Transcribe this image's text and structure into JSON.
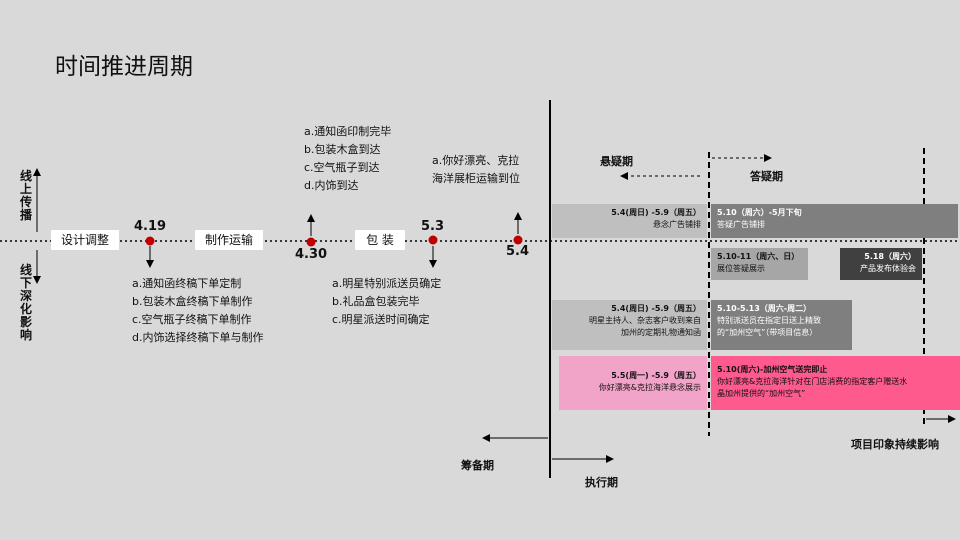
{
  "title": "时间推进周期",
  "side": {
    "online": "线上传播",
    "offline": "线下深化影响"
  },
  "stages": [
    "设计调整",
    "制作运输",
    "包 装"
  ],
  "dates": {
    "d419": "4.19",
    "d430": "4.30",
    "d53": "5.3",
    "d54": "5.4"
  },
  "notes": {
    "below_419": [
      "a.通知函终稿下单定制",
      "b.包装木盒终稿下单制作",
      "c.空气瓶子终稿下单制作",
      "d.内饰选择终稿下单与制作"
    ],
    "above_430": [
      "a.通知函印制完毕",
      "b.包装木盒到达",
      "c.空气瓶子到达",
      "d.内饰到达"
    ],
    "below_53": [
      "a.明星特别派送员确定",
      "b.礼品盒包装完毕",
      "c.明星派送时间确定"
    ],
    "above_54": [
      "a.你好漂亮、克拉",
      "海洋展柜运输到位"
    ]
  },
  "phases": {
    "suspense": "悬疑期",
    "answer": "答疑期",
    "prep": "筹备期",
    "exec": "执行期",
    "lasting": "项目印象持续影响"
  },
  "boxes": {
    "b1": {
      "l1": "5.4(周日) -5.9（周五）",
      "l2": "悬念广告铺排"
    },
    "b2": {
      "l1": "5.10（周六）-5月下旬",
      "l2": "答疑广告铺排"
    },
    "b3": {
      "l1": "5.10-11（周六、日）",
      "l2": "展位答疑展示"
    },
    "b4": {
      "l1": "5.18（周六）",
      "l2": "产品发布体验会"
    },
    "b5": {
      "l1": "5.4(周日) -5.9（周五）",
      "l2": "明星主持人、杂志客户收到来自",
      "l3": "加州的定期礼物通知函"
    },
    "b6": {
      "l1": "5.10-5.13（周六-周二）",
      "l2": "特别派送员在指定日送上精致",
      "l3": "的“加州空气”（带项目信息）"
    },
    "b7": {
      "l1": "5.5(周一) -5.9（周五）",
      "l2": "你好漂亮&克拉海洋悬念展示"
    },
    "b8": {
      "l1": "5.10(周六)-加州空气送完即止",
      "l2": "你好漂亮&克拉海洋针对在门店消费的指定客户赠送水",
      "l3": "晶加州提供的“加州空气”"
    }
  },
  "colors": {
    "marker": "#c00000",
    "pink_light": "#f2a3c8",
    "pink": "#ff5a8e"
  }
}
